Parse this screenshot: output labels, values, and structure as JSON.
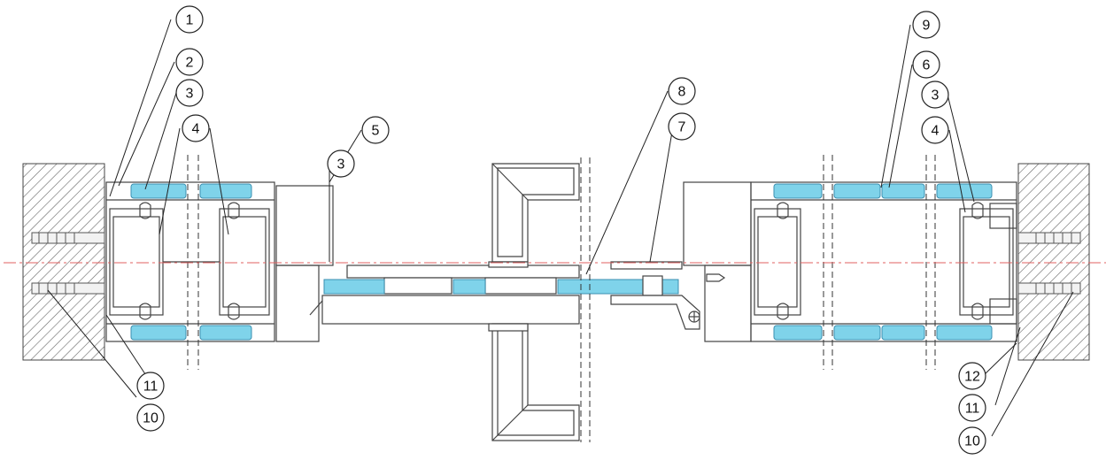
{
  "colors": {
    "glass": "#7fd3ea",
    "glass_edge": "#3b8fb0",
    "line": "#333333",
    "centerline": "#e06060",
    "wall_hatch": "#666666"
  },
  "callouts": [
    {
      "id": "c1",
      "label": "1"
    },
    {
      "id": "c2",
      "label": "2"
    },
    {
      "id": "c3a",
      "label": "3"
    },
    {
      "id": "c4a",
      "label": "4"
    },
    {
      "id": "c5",
      "label": "5"
    },
    {
      "id": "c3b",
      "label": "3"
    },
    {
      "id": "c8",
      "label": "8"
    },
    {
      "id": "c7",
      "label": "7"
    },
    {
      "id": "c9",
      "label": "9"
    },
    {
      "id": "c6",
      "label": "6"
    },
    {
      "id": "c3c",
      "label": "3"
    },
    {
      "id": "c4b",
      "label": "4"
    },
    {
      "id": "c11a",
      "label": "11"
    },
    {
      "id": "c10a",
      "label": "10"
    },
    {
      "id": "c12",
      "label": "12"
    },
    {
      "id": "c11b",
      "label": "11"
    },
    {
      "id": "c10b",
      "label": "10"
    }
  ]
}
